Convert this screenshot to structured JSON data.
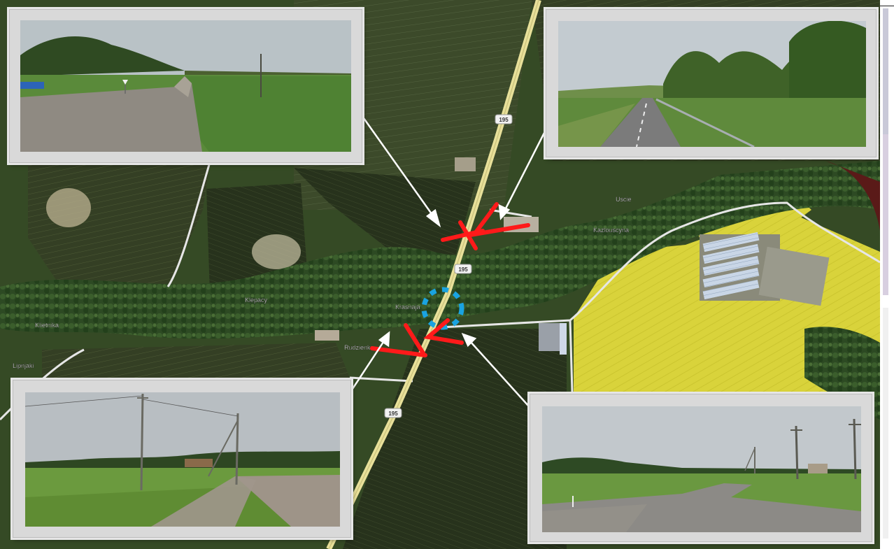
{
  "map": {
    "road_number": "195",
    "place_labels": [
      {
        "id": "label-nw",
        "text": "Klietnika"
      },
      {
        "id": "label-center-west",
        "text": "Krasnaja"
      },
      {
        "id": "label-center",
        "text": "Klepacy"
      },
      {
        "id": "label-south-center",
        "text": "Rudzienka"
      },
      {
        "id": "label-southwest",
        "text": "Lipnjaki"
      },
      {
        "id": "label-east",
        "text": "Uscie"
      },
      {
        "id": "label-east-small",
        "text": "Kazlouscyna"
      }
    ],
    "colors": {
      "road_main": "#e8e09a",
      "road_minor": "#e6e6e6",
      "field_rapeseed": "#d8cf3a",
      "forest": "#2c4a22",
      "field_dark": "#2f3b20",
      "arrow_red": "#ff1a1a",
      "arrow_white": "#ffffff",
      "marker_blue": "#1aa3e0",
      "water": "#5a1a18"
    }
  }
}
